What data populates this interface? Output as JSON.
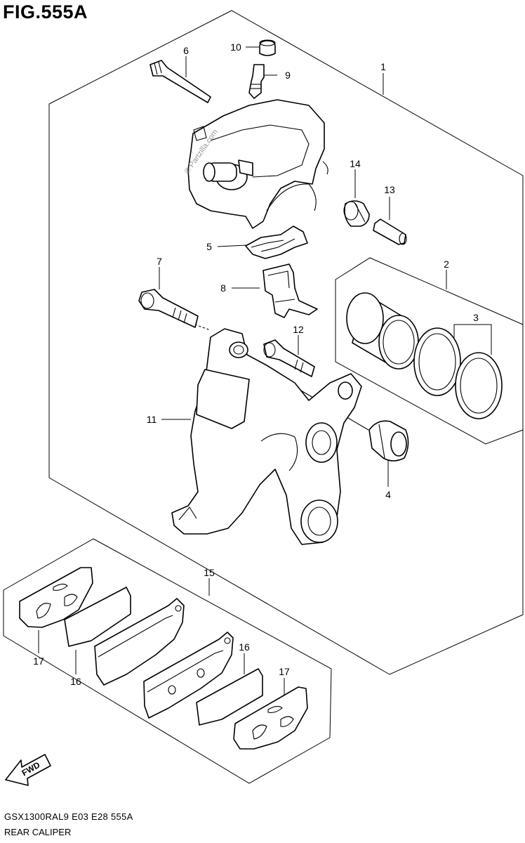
{
  "figure": {
    "title": "FIG.555A",
    "model_code": "GSX1300RAL9  E03  E28  555A",
    "name": "REAR CALIPER"
  },
  "watermark": "© Partzilla.com",
  "direction_label": "FWD",
  "callouts": [
    "1",
    "2",
    "3",
    "4",
    "5",
    "6",
    "7",
    "8",
    "9",
    "10",
    "11",
    "12",
    "13",
    "14",
    "15",
    "16",
    "16",
    "17",
    "17"
  ]
}
